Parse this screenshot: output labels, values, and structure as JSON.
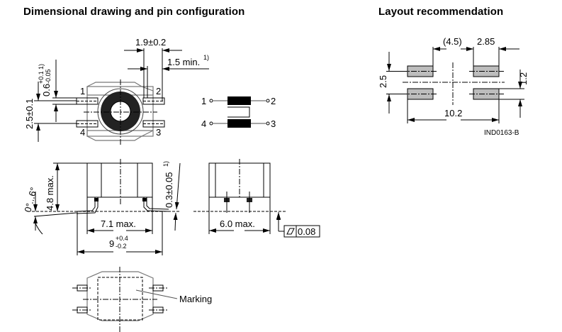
{
  "titles": {
    "left": "Dimensional drawing and pin configuration",
    "right": "Layout recommendation"
  },
  "top_view": {
    "dim_lead_span": "1.9±0.2",
    "dim_lead_min": "1.5 min.",
    "dim_lead_min_note": "1)",
    "dim_lead_width": "0.6",
    "dim_lead_width_tol_plus": "+0.1",
    "dim_lead_width_tol_minus": "-0.05",
    "dim_lead_width_note": "1)",
    "dim_pitch": "2.5±0.1",
    "pins": [
      "1",
      "2",
      "3",
      "4"
    ]
  },
  "schematic": {
    "pins": [
      "1",
      "2",
      "4",
      "3"
    ]
  },
  "side_view": {
    "angle": "0°...6°",
    "height": "4.8 max.",
    "lead_thickness": "0.3±0.05",
    "lead_thickness_note": "1)",
    "body_length": "7.1 max.",
    "overall_length_base": "9",
    "overall_length_tol_plus": "+0.4",
    "overall_length_tol_minus": "-0.2"
  },
  "end_view": {
    "body_width": "6.0 max.",
    "flatness_value": "0.08",
    "flatness_symbol": "flatness-icon"
  },
  "bottom_view": {
    "marking_label": "Marking"
  },
  "layout": {
    "dim_gap": "(4.5)",
    "dim_pad_length": "2.85",
    "dim_pitch": "2.5",
    "dim_pad_width": "1.2",
    "dim_total": "10.2",
    "drawing_id": "IND0163-B"
  }
}
